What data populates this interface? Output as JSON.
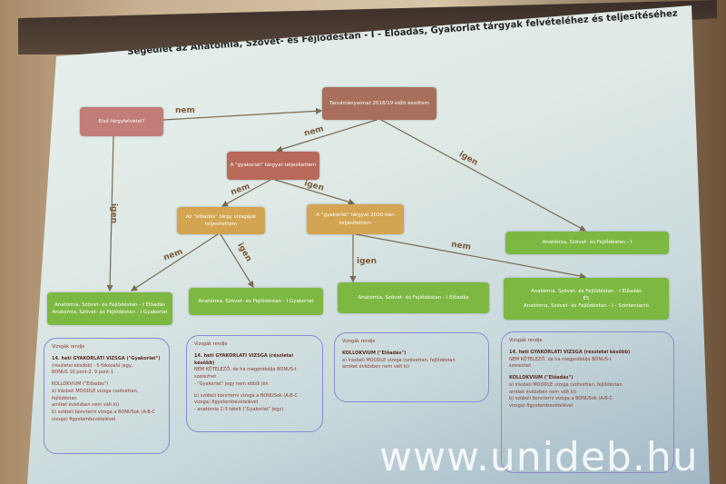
{
  "title_part1": "Segédlet az Anatómia, Szövet- és Fejlődéstan - I - ",
  "title_part2": "Előadás, Gyakorlat tárgyak felvételéhez és teljesítéséhez",
  "nodes": {
    "start": "Első tárgyfelvétel?",
    "before2018": "Tanulmányaimat 2018/19 előtt kezdtem",
    "gyak_done": "A \"gyakorlat\" tárgyat teljesítettem",
    "elo_exam": "Az \"előadás\" tárgy vizsgáját teljesítettem",
    "gyak_2020": "A \"gyakorlat\" tárgyat 2020-ban teljesítettem",
    "res_anat1": "Anatómia, Szövet- és Fejlődéstan - I",
    "res_both_1": "Anatómia, Szövet- és Fejlődéstan - I Előadás",
    "res_both_2": "Anatómia, Szövet- és Fejlődéstan - I Gyakorlat",
    "res_gyak": "Anatómia, Szövet- és Fejlődéstan - I Gyakorlat",
    "res_elo": "Anatómia, Szövet- és Fejlődéstan - I Előadás",
    "res_combo_1": "Anatómia, Szövet- és Fejlődéstan - I Előadás",
    "res_combo_2": "ÉS",
    "res_combo_3": "Anatómia, Szövet- és Fejlődéstan - I - Szintentartó"
  },
  "edge_labels": {
    "nem": "nem",
    "igen": "igen"
  },
  "info": {
    "heading": "Vizsgák rendje",
    "box1": [
      "14. heti GYAKORLATI VIZSGA (\"Gyakorlat\")",
      "(részletei később) - 5 fokozatú jegy,",
      "BONUS 10 pont-2, 9 pont-1",
      "KOLLOKVIUM (\"Előadás\")",
      "a) írásbeli MOODLE vizsga (szövettan, fejlődéstan",
      "amiket évközben nem vált ki)",
      "b) szóbeli boncterni vizsga a BONUSok (A-B-C",
      "vizsga) figyelembevételével"
    ],
    "box2": [
      "14. heti GYAKORLATI VIZSGA (részletei később)",
      "NEM KÖTELEZŐ, de ha megpróbálja BONUS-t szerezhet",
      "- \"Gyakorlat\" jegy nem ebből jön",
      "b) szóbeli boncterni vizsga a BONUSok (A-B-C",
      "vizsga) figyelembevételével",
      "- anatómia 2-3 tételt (\"Gyakorlat\" jegy)"
    ],
    "box3": [
      "KOLLOKVIUM (\"Előadás\")",
      "a) írásbeli MOODLE vizsga (szövettan, fejlődéstan",
      "amiket évközben nem vált ki)"
    ],
    "box4": [
      "14. heti GYAKORLATI VIZSGA (részletei később)",
      "NEM KÖTELEZŐ, de ha megpróbálja BONUS-t",
      "szerezhet",
      "KOLLOKVIUM (\"Előadás\")",
      "a) írásbeli MOODLE vizsga (szövettan, fejlődéstan",
      "amiket évközben nem vált ki)",
      "b) szóbeli boncterni vizsga a BONUSok (A-B-C",
      "vizsga) figyelembevételével"
    ]
  },
  "watermark": "www.unideb.hu"
}
